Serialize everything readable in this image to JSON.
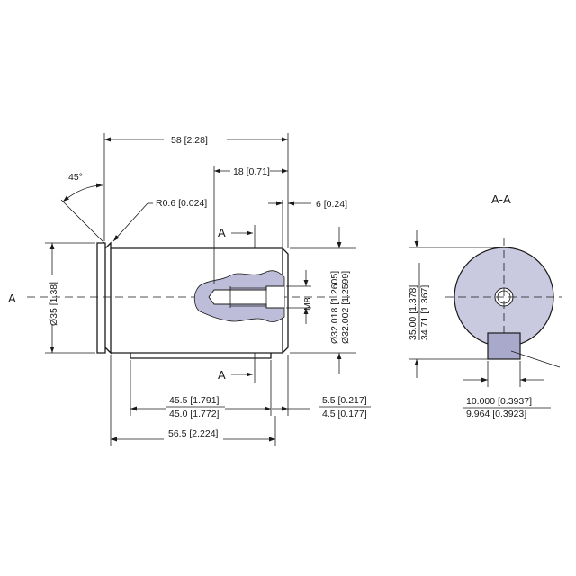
{
  "colors": {
    "line": "#1a1a1a",
    "section_fill": "#c9c9e0",
    "cutaway_fill": "#bdbdd9",
    "key_fill": "#a9a9cc",
    "background": "#ffffff"
  },
  "labels": {
    "view_a": "A",
    "section_top": "A",
    "section_bottom": "A",
    "section_title": "A-A"
  },
  "dims": {
    "overall_length": "58 [2.28]",
    "thread_depth": "18 [0.71]",
    "shoulder": "6 [0.24]",
    "chamfer_angle": "45°",
    "radius": "R0.6  [0.024]",
    "flange_dia": "Ø35 [1.38]",
    "thread": "M8",
    "shaft_dia_max": "Ø32.018 [1.2605]",
    "shaft_dia_min": "Ø32.002 [1.2599]",
    "key_len_max": "45.5 [1.791]",
    "key_len_min": "45.0 [1.772]",
    "key_offset_max": "5.5 [0.217]",
    "key_offset_min": "4.5 [0.177]",
    "shaft_length": "56.5 [2.224]",
    "section_height_max": "35.00 [1.378]",
    "section_height_min": "34.71 [1.367]",
    "key_width_max": "10.000 [0.3937]",
    "key_width_min": "9.964 [0.3923]"
  }
}
